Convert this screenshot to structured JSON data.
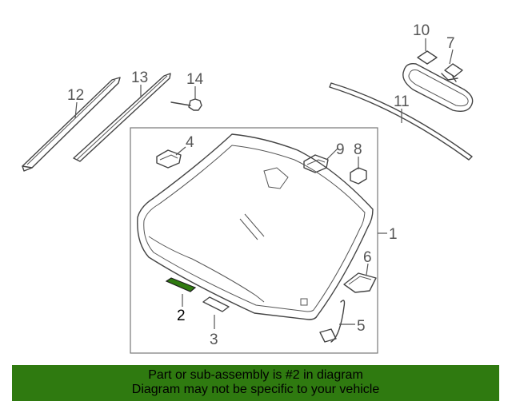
{
  "diagram": {
    "callouts": [
      "1",
      "2",
      "3",
      "4",
      "5",
      "6",
      "7",
      "8",
      "9",
      "10",
      "11",
      "12",
      "13",
      "14"
    ],
    "highlighted_part": "2",
    "highlight_color": "#2f7a10"
  },
  "banner": {
    "line1": "Part or sub-assembly is #2 in diagram",
    "line2": "Diagram may not be specific to your vehicle",
    "background": "#2f7a10"
  }
}
